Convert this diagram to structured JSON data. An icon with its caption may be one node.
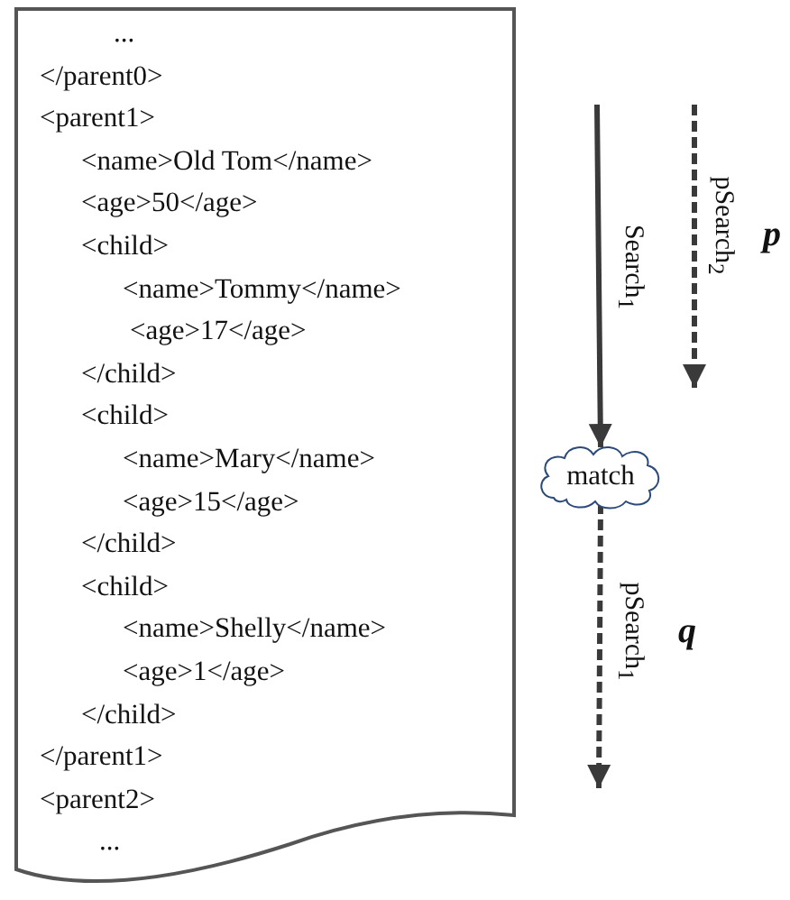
{
  "diagram": {
    "nodes": [
      {
        "text": [
          "...",
          "</parent0>",
          "<parent1>",
          "<name>Old Tom</name>",
          "<age>50</age>",
          "<child>",
          "<name>Tommy</name>",
          "<age>17</age>",
          "</child>",
          "<child>",
          "<name>Mary</name>",
          "<age>15</age>",
          "</child>",
          "<child>",
          "<name>Shelly</name>",
          "<age>1</age>",
          "</child>",
          "</parent1>",
          "<parent2>",
          "..."
        ]
      },
      {
        "text": [
          "match"
        ]
      }
    ],
    "edges": [
      {
        "from": null,
        "to": 1,
        "arrow": "to",
        "label": "Search$_{1}$"
      },
      {
        "from": 1,
        "to": null,
        "arrow": "to",
        "label": "pSearch$_{1}$",
        "style": "dashed"
      }
    ],
    "labels": [
      "pSearch$_{2}$",
      "p",
      "q"
    ]
  }
}
